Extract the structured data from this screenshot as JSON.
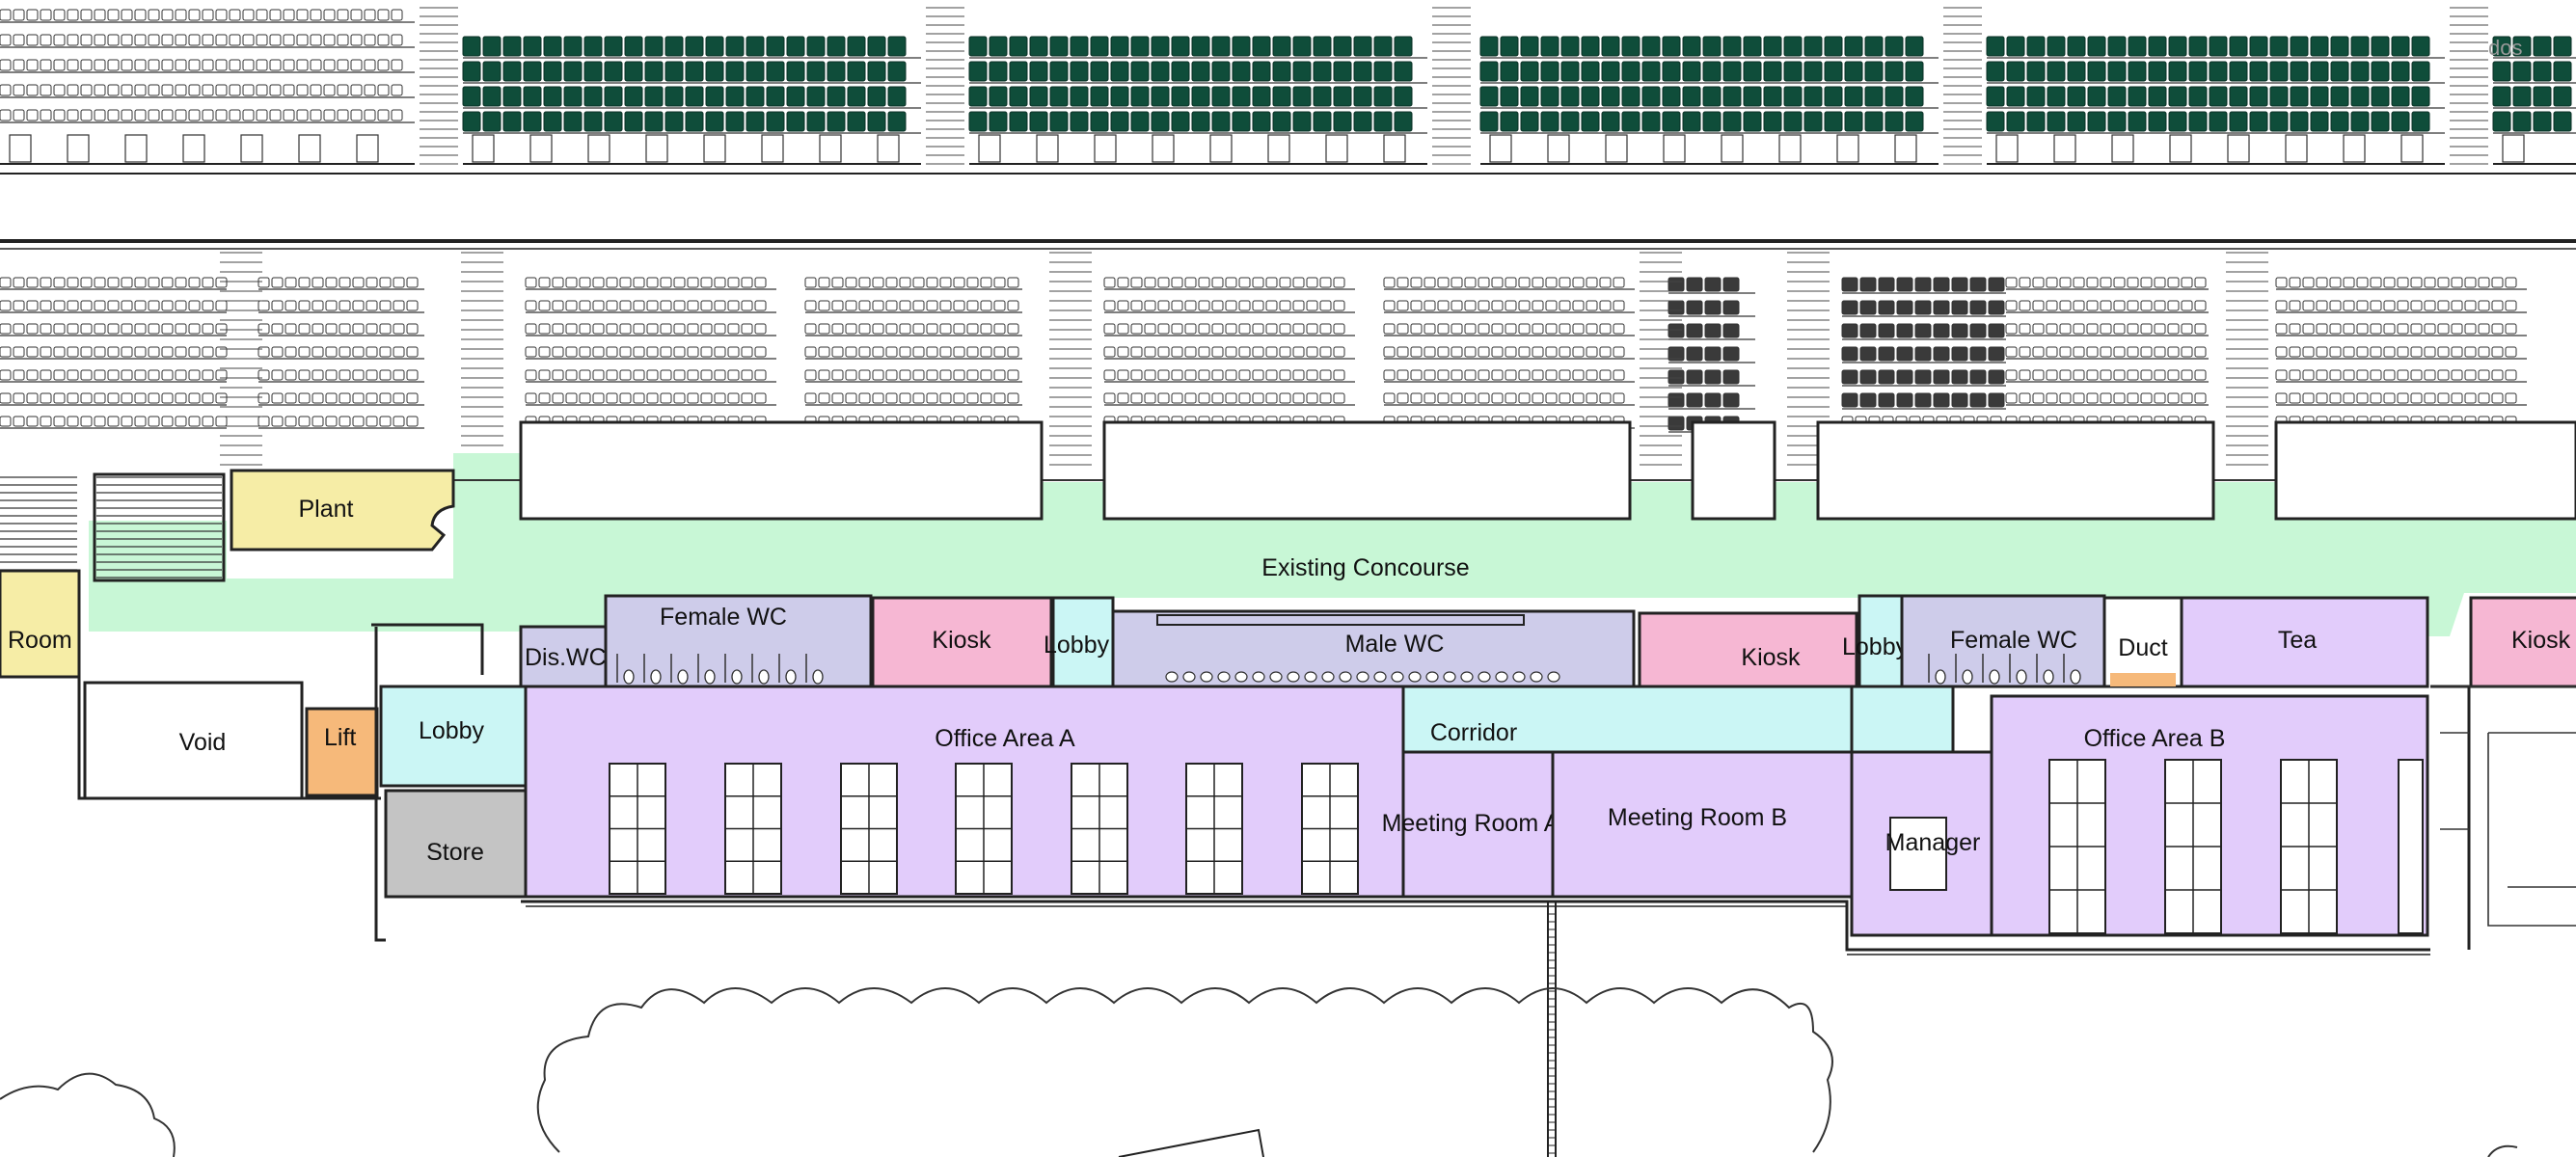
{
  "colors": {
    "concourse": "#c8f7d6",
    "lobby": "#cbf6f5",
    "office": "#e2ccfb",
    "kiosk": "#f6b7d3",
    "wc": "#ceccea",
    "plant": "#f6eda6",
    "lift": "#f6b97a",
    "store": "#c4c4c4",
    "seat_green": "#0f4d3a",
    "seat_dark": "#3a3a3a"
  },
  "rooms": {
    "existing_concourse": "Existing Concourse",
    "plant": "Plant",
    "room_left": "Room",
    "void": "Void",
    "lift": "Lift",
    "lobby_main": "Lobby",
    "store": "Store",
    "dis_wc": "Dis.WC",
    "female_wc_a": "Female WC",
    "kiosk_a": "Kiosk",
    "lobby_small_a": "Lobby",
    "male_wc": "Male WC",
    "kiosk_b": "Kiosk",
    "lobby_small_b": "Lobby",
    "female_wc_b": "Female WC",
    "duct": "Duct",
    "tea": "Tea",
    "kiosk_c": "Kiosk",
    "office_area_a": "Office Area A",
    "corridor": "Corridor",
    "meeting_room_a": "Meeting Room A",
    "meeting_room_b": "Meeting Room B",
    "manager": "Manager",
    "office_area_b": "Office Area B"
  },
  "corner_mark": "dos"
}
